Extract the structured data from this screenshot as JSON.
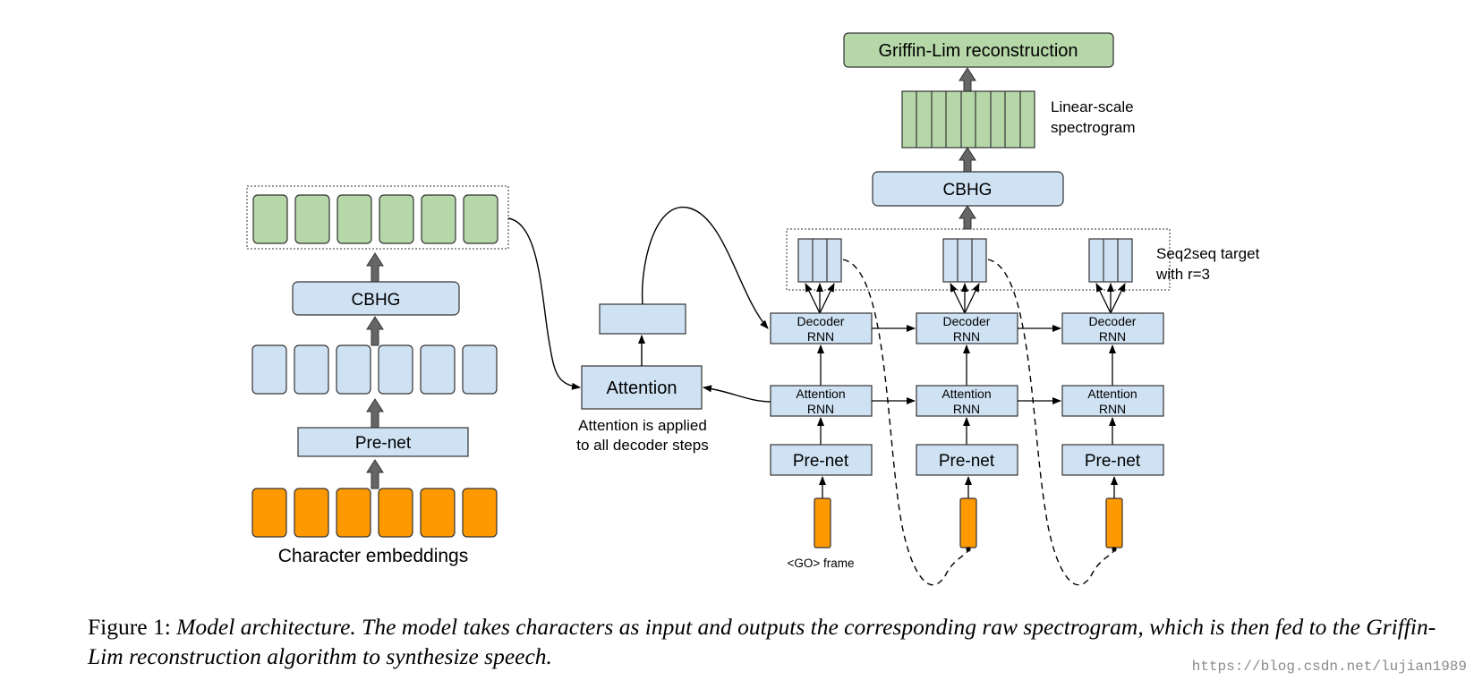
{
  "colors": {
    "blue_box": "#cfe2f3",
    "green_box": "#b6d7a8",
    "orange_box": "#ff9900",
    "arrow_fill": "#666666"
  },
  "encoder": {
    "input_label": "Character embeddings",
    "prenet_label": "Pre-net",
    "cbhg_label": "CBHG"
  },
  "attention": {
    "label": "Attention",
    "note_line1": "Attention is applied",
    "note_line2": "to all decoder steps"
  },
  "decoder": {
    "steps": [
      {
        "decoder_rnn": [
          "Decoder",
          "RNN"
        ],
        "attention_rnn": [
          "Attention",
          "RNN"
        ],
        "prenet": "Pre-net",
        "input_label": "<GO> frame"
      },
      {
        "decoder_rnn": [
          "Decoder",
          "RNN"
        ],
        "attention_rnn": [
          "Attention",
          "RNN"
        ],
        "prenet": "Pre-net"
      },
      {
        "decoder_rnn": [
          "Decoder",
          "RNN"
        ],
        "attention_rnn": [
          "Attention",
          "RNN"
        ],
        "prenet": "Pre-net"
      }
    ],
    "seq2seq_label_line1": "Seq2seq target",
    "seq2seq_label_line2": "with r=3",
    "postnet_cbhg_label": "CBHG",
    "spectrogram_label_line1": "Linear-scale",
    "spectrogram_label_line2": "spectrogram",
    "griffin_lim_label": "Griffin-Lim reconstruction"
  },
  "caption": {
    "prefix": "Figure 1:",
    "text": "Model architecture. The model takes characters as input and outputs the corresponding raw spectrogram, which is then fed to the Griffin-Lim reconstruction algorithm to synthesize speech."
  },
  "watermark": "https://blog.csdn.net/lujian1989"
}
